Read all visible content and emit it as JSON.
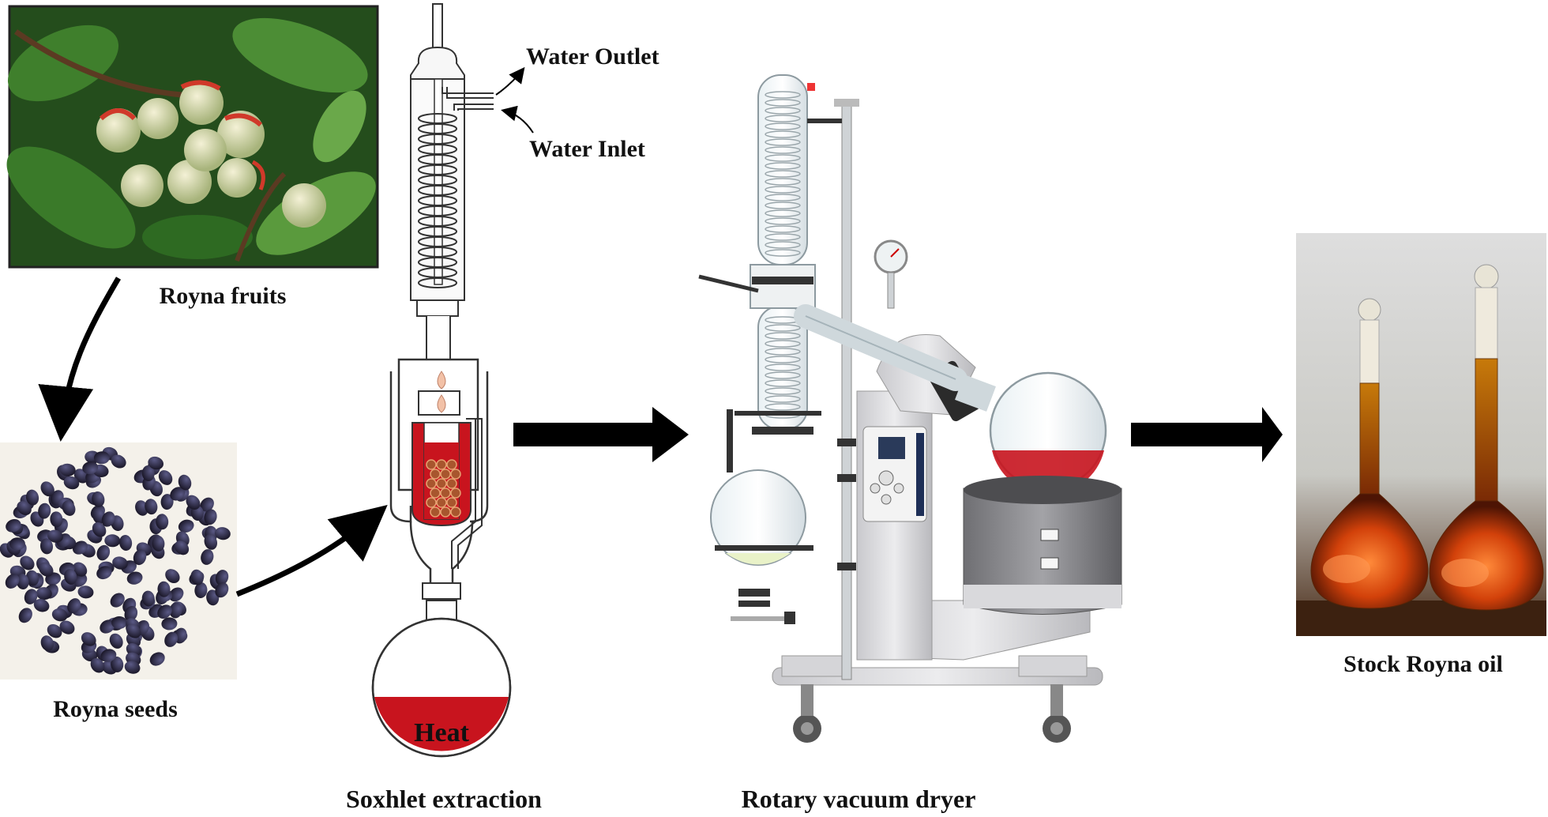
{
  "labels": {
    "royna_fruits": "Royna fruits",
    "royna_seeds": "Royna seeds",
    "water_outlet": "Water Outlet",
    "water_inlet": "Water Inlet",
    "heat": "Heat",
    "soxhlet_extraction": "Soxhlet extraction",
    "rotary_vacuum_dryer": "Rotary vacuum dryer",
    "stock_royna_oil": "Stock Royna oil"
  },
  "colors": {
    "extract_red": "#c8141e",
    "oil_amber": "#b4580a",
    "arrow": "#000000",
    "leaf_green": "#2f6b22",
    "seed_dark": "#2b2740",
    "machine_grey": "#d8d8dc"
  },
  "flow": [
    "Royna fruits",
    "Royna seeds",
    "Soxhlet extraction",
    "Rotary vacuum dryer",
    "Stock Royna oil"
  ]
}
